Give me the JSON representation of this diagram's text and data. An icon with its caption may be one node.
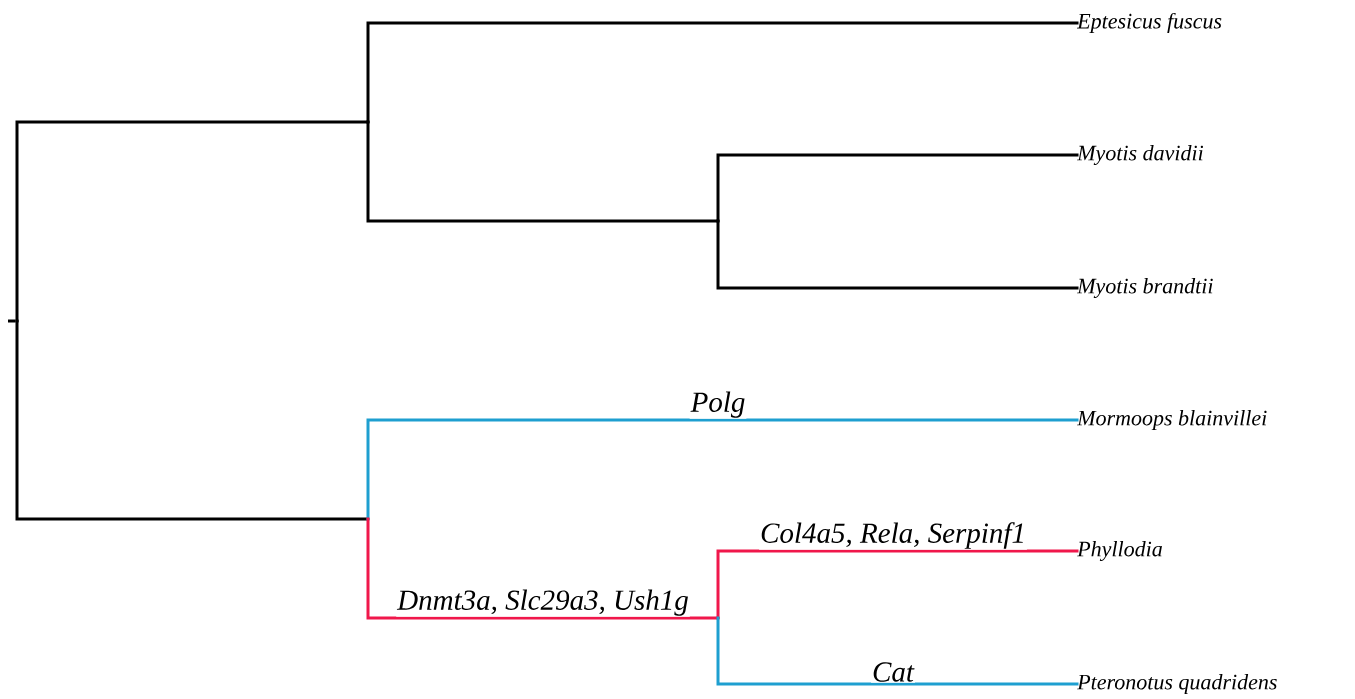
{
  "diagram": {
    "nodes": [
      {
        "text": [],
        "shape": "point"
      },
      {
        "text": [],
        "shape": "point"
      },
      {
        "text": [
          "Eptesicus fuscus"
        ]
      },
      {
        "text": [],
        "shape": "point"
      },
      {
        "text": [
          "Myotis davidii"
        ]
      },
      {
        "text": [
          "Myotis brandtii"
        ]
      },
      {
        "text": [],
        "shape": "point"
      },
      {
        "text": [
          "Mormoops blainvillei"
        ]
      },
      {
        "text": [],
        "shape": "point"
      },
      {
        "text": [
          "Phyllodia"
        ]
      },
      {
        "text": [
          "Pteronotus quadridens"
        ]
      }
    ],
    "edges": [
      {
        "from": null,
        "to": 0,
        "arrow": "none"
      },
      {
        "from": 0,
        "to": 1,
        "arrow": "none"
      },
      {
        "from": 1,
        "to": 2,
        "arrow": "none"
      },
      {
        "from": 1,
        "to": 3,
        "arrow": "none"
      },
      {
        "from": 3,
        "to": 4,
        "arrow": "none"
      },
      {
        "from": 3,
        "to": 5,
        "arrow": "none"
      },
      {
        "from": 0,
        "to": 6,
        "arrow": "none"
      },
      {
        "from": 6,
        "to": 7,
        "arrow": "none",
        "label": "Polg",
        "color": "#1e9fd0"
      },
      {
        "from": 6,
        "to": 8,
        "arrow": "none",
        "label": "Dnmt3a, Slc29a3, Ush1g",
        "color": "#f0174b"
      },
      {
        "from": 8,
        "to": 9,
        "arrow": "none",
        "label": "Col4a5, Rela, Serpinf1",
        "color": "#f0174b"
      },
      {
        "from": 8,
        "to": 10,
        "arrow": "none",
        "label": "Cat",
        "color": "#1e9fd0"
      }
    ]
  }
}
